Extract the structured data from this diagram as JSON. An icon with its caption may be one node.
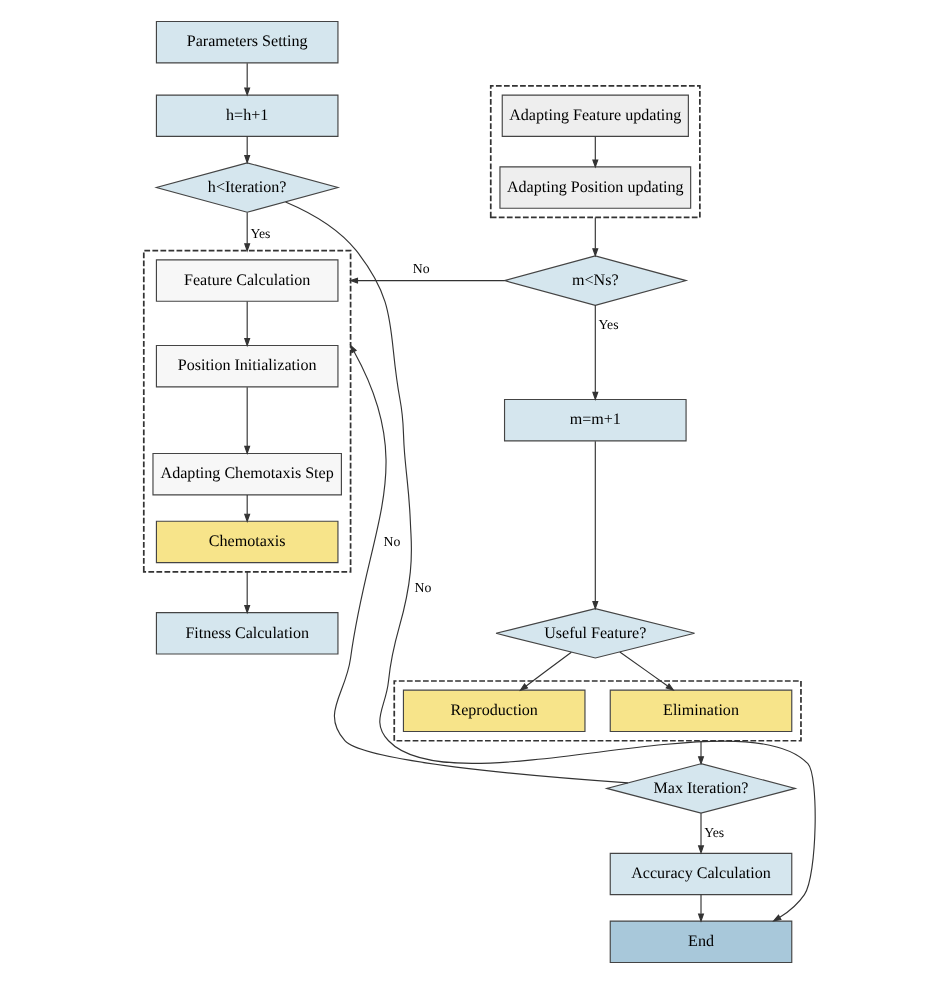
{
  "diagram": {
    "nodes": [
      {
        "text": [
          "Parameters Setting"
        ]
      },
      {
        "text": [
          "h=h+1"
        ]
      },
      {
        "text": [
          "h<Iteration?"
        ]
      },
      {
        "text": [],
        "shape": "box"
      },
      {
        "text": [
          "Feature Calculation"
        ],
        "in": 3
      },
      {
        "text": [
          "Position Initialization"
        ],
        "in": 3
      },
      {
        "text": [
          "Adapting Chemotaxis Step"
        ],
        "in": 3
      },
      {
        "text": [
          "Chemotaxis"
        ],
        "in": 3
      },
      {
        "text": [
          "Fitness Calculation"
        ]
      },
      {
        "text": [],
        "shape": "box"
      },
      {
        "text": [
          "Adapting Feature updating"
        ],
        "in": 9
      },
      {
        "text": [
          "Adapting Position updating"
        ],
        "in": 9
      },
      {
        "text": [
          "m<Ns?"
        ]
      },
      {
        "text": [
          "m=m+1"
        ]
      },
      {
        "text": [
          "Useful Feature?"
        ]
      },
      {
        "text": [],
        "shape": "box"
      },
      {
        "text": [
          "Reproduction"
        ],
        "in": 15
      },
      {
        "text": [
          "Elimination"
        ],
        "in": 15
      },
      {
        "text": [
          "Max Iteration?"
        ]
      },
      {
        "text": [
          "Accuracy Calculation"
        ]
      },
      {
        "text": [
          "End"
        ]
      }
    ],
    "edges": [
      {
        "from": 0,
        "to": 1,
        "arrow": "to"
      },
      {
        "from": 1,
        "to": 2,
        "arrow": "to"
      },
      {
        "from": 2,
        "to": 3,
        "arrow": "to",
        "label": "Yes"
      },
      {
        "from": 2,
        "to": 20,
        "arrow": "to",
        "label": "No"
      },
      {
        "from": 4,
        "to": 5,
        "arrow": "to"
      },
      {
        "from": 5,
        "to": 6,
        "arrow": "to"
      },
      {
        "from": 6,
        "to": 7,
        "arrow": "to"
      },
      {
        "from": 3,
        "to": 8,
        "arrow": "to"
      },
      {
        "from": 10,
        "to": 11,
        "arrow": "to"
      },
      {
        "from": 9,
        "to": 12,
        "arrow": "to"
      },
      {
        "from": 12,
        "to": 13,
        "arrow": "to",
        "label": "Yes"
      },
      {
        "from": 12,
        "to": 3,
        "arrow": "to",
        "label": "No"
      },
      {
        "from": 13,
        "to": 14,
        "arrow": "to"
      },
      {
        "from": 14,
        "to": 16,
        "arrow": "to"
      },
      {
        "from": 14,
        "to": 17,
        "arrow": "to"
      },
      {
        "from": 15,
        "to": 18,
        "arrow": "to"
      },
      {
        "from": 18,
        "to": 19,
        "arrow": "to",
        "label": "Yes"
      },
      {
        "from": 18,
        "to": 3,
        "arrow": "to",
        "label": "No"
      },
      {
        "from": 19,
        "to": 20,
        "arrow": "to"
      }
    ]
  }
}
